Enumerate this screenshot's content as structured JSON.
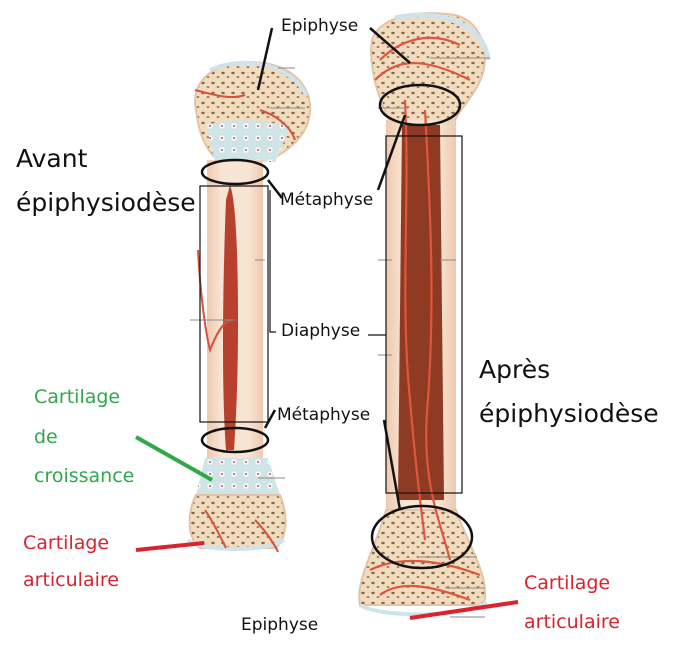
{
  "titles": {
    "before": [
      "Avant",
      "épiphysiodèse"
    ],
    "after": [
      "Après",
      "épiphysiodèse"
    ]
  },
  "labels": {
    "epiphyse_top": "Epiphyse",
    "metaphyse_top": "Métaphyse",
    "diaphyse": "Diaphyse",
    "metaphyse_bottom": "Métaphyse",
    "epiphyse_bottom": "Epiphyse"
  },
  "growth_cartilage": [
    "Cartilage",
    "de",
    "croissance"
  ],
  "articular_cartilage_left": [
    "Cartilage",
    "articulaire"
  ],
  "articular_cartilage_right": [
    "Cartilage",
    "articulaire"
  ],
  "colors": {
    "green_label": "#2fa84a",
    "red_label": "#d9232d",
    "bone": "#f3dcc4",
    "marrow": "#b53a2a",
    "cartilage": "#cfe6ea",
    "vessel": "#d9503a"
  }
}
